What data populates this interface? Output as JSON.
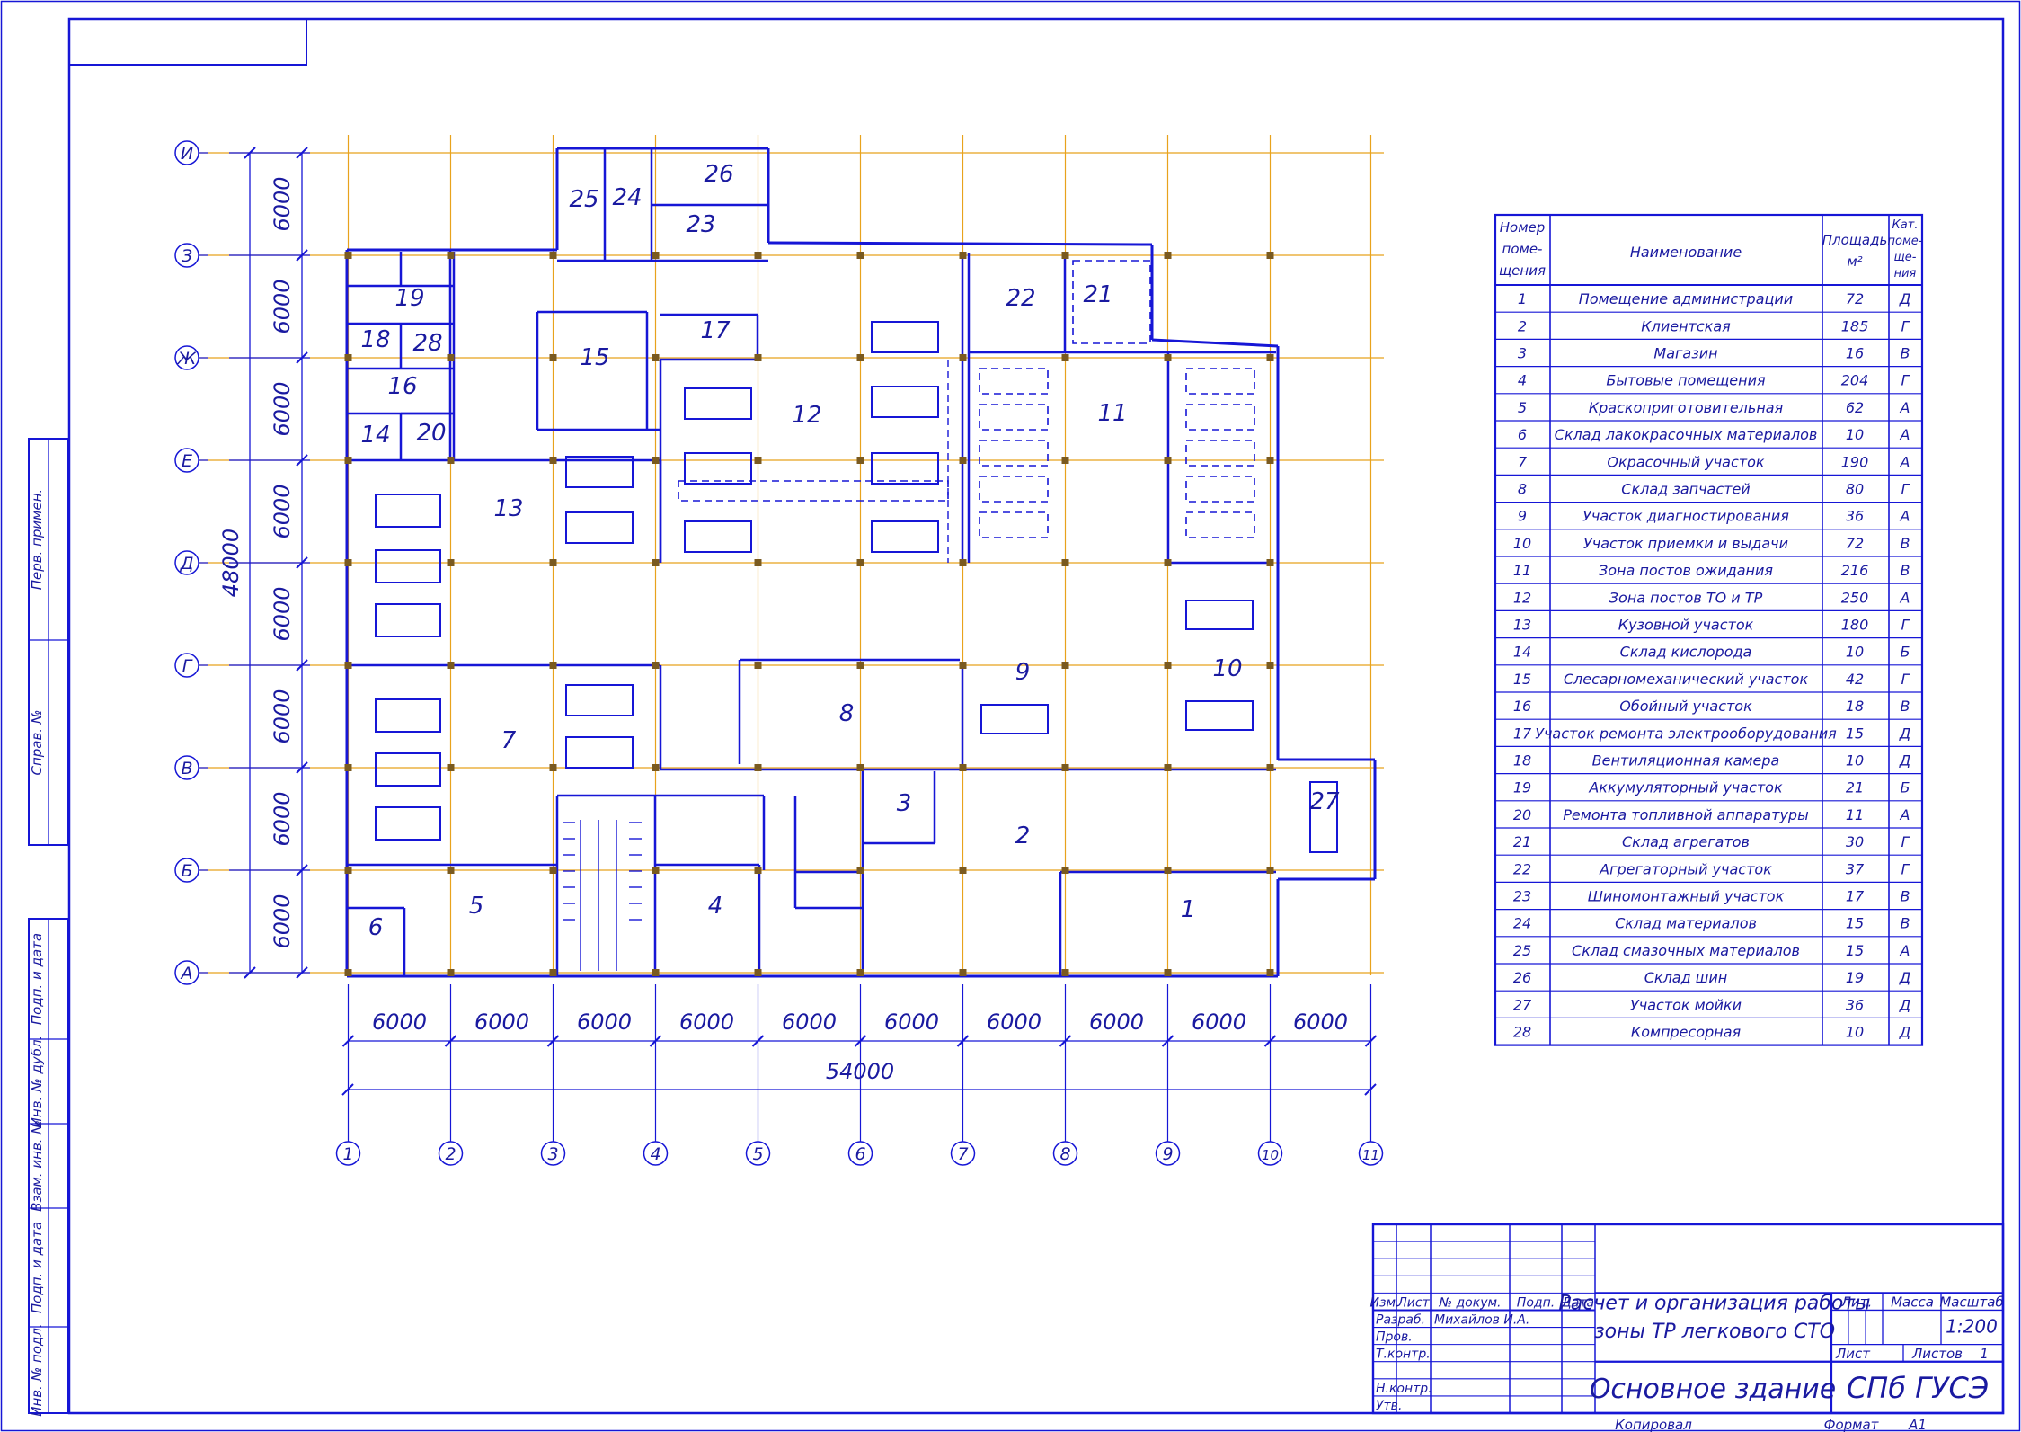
{
  "colors": {
    "line": "#1616d6",
    "thin": "#2a2ad8",
    "text": "#1a1aa0",
    "grid": "#e8a21c",
    "column": "#7a5a20"
  },
  "grid": {
    "letter_axes": [
      "А",
      "Б",
      "В",
      "Г",
      "Д",
      "Е",
      "Ж",
      "З",
      "И"
    ],
    "number_axes": [
      "1",
      "2",
      "3",
      "4",
      "5",
      "6",
      "7",
      "8",
      "9",
      "10",
      "11"
    ],
    "vertical_spacing_labels": [
      "6000",
      "6000",
      "6000",
      "6000",
      "6000",
      "6000",
      "6000",
      "6000"
    ],
    "vertical_total": "48000",
    "horizontal_spacing_labels": [
      "6000",
      "6000",
      "6000",
      "6000",
      "6000",
      "6000",
      "6000",
      "6000",
      "6000",
      "6000"
    ],
    "horizontal_total": "54000"
  },
  "side_stamp": {
    "top_block": [
      "Перв. примен.",
      "Справ. №"
    ],
    "bottom_block": [
      "Подп. и дата",
      "Инв. № дубл.",
      "Взам. инв. №",
      "Подп. и дата",
      "Инв. № подл."
    ]
  },
  "room_table": {
    "headers": {
      "number": "Номер поме- щения",
      "name": "Наименование",
      "area": "Площадь м²",
      "category": "Кат. поме- ще- ния"
    },
    "rows": [
      {
        "n": "1",
        "name": "Помещение администрации",
        "area": "72",
        "cat": "Д"
      },
      {
        "n": "2",
        "name": "Клиентская",
        "area": "185",
        "cat": "Г"
      },
      {
        "n": "3",
        "name": "Магазин",
        "area": "16",
        "cat": "В"
      },
      {
        "n": "4",
        "name": "Бытовые помещения",
        "area": "204",
        "cat": "Г"
      },
      {
        "n": "5",
        "name": "Краскоприготовительная",
        "area": "62",
        "cat": "А"
      },
      {
        "n": "6",
        "name": "Склад лакокрасочных материалов",
        "area": "10",
        "cat": "А"
      },
      {
        "n": "7",
        "name": "Окрасочный участок",
        "area": "190",
        "cat": "А"
      },
      {
        "n": "8",
        "name": "Склад запчастей",
        "area": "80",
        "cat": "Г"
      },
      {
        "n": "9",
        "name": "Участок диагностирования",
        "area": "36",
        "cat": "А"
      },
      {
        "n": "10",
        "name": "Участок приемки и выдачи",
        "area": "72",
        "cat": "В"
      },
      {
        "n": "11",
        "name": "Зона постов ожидания",
        "area": "216",
        "cat": "В"
      },
      {
        "n": "12",
        "name": "Зона постов ТО и ТР",
        "area": "250",
        "cat": "А"
      },
      {
        "n": "13",
        "name": "Кузовной участок",
        "area": "180",
        "cat": "Г"
      },
      {
        "n": "14",
        "name": "Склад кислорода",
        "area": "10",
        "cat": "Б"
      },
      {
        "n": "15",
        "name": "Слесарномеханический участок",
        "area": "42",
        "cat": "Г"
      },
      {
        "n": "16",
        "name": "Обойный участок",
        "area": "18",
        "cat": "В"
      },
      {
        "n": "17",
        "name": "Участок ремонта электрооборудования",
        "area": "15",
        "cat": "Д"
      },
      {
        "n": "18",
        "name": "Вентиляционная камера",
        "area": "10",
        "cat": "Д"
      },
      {
        "n": "19",
        "name": "Аккумуляторный участок",
        "area": "21",
        "cat": "Б"
      },
      {
        "n": "20",
        "name": "Ремонта топливной аппаратуры",
        "area": "11",
        "cat": "А"
      },
      {
        "n": "21",
        "name": "Склад агрегатов",
        "area": "30",
        "cat": "Г"
      },
      {
        "n": "22",
        "name": "Агрегаторный участок",
        "area": "37",
        "cat": "Г"
      },
      {
        "n": "23",
        "name": "Шиномонтажный участок",
        "area": "17",
        "cat": "В"
      },
      {
        "n": "24",
        "name": "Склад материалов",
        "area": "15",
        "cat": "В"
      },
      {
        "n": "25",
        "name": "Склад смазочных материалов",
        "area": "15",
        "cat": "А"
      },
      {
        "n": "26",
        "name": "Склад шин",
        "area": "19",
        "cat": "Д"
      },
      {
        "n": "27",
        "name": "Участок мойки",
        "area": "36",
        "cat": "Д"
      },
      {
        "n": "28",
        "name": "Компресорная",
        "area": "10",
        "cat": "Д"
      }
    ]
  },
  "title_block": {
    "col_labels": [
      "Изм.",
      "Лист",
      "№ докум.",
      "Подп.",
      "Дата"
    ],
    "role_rows": [
      {
        "role": "Разраб.",
        "name": "Михайлов И.А."
      },
      {
        "role": "Пров.",
        "name": ""
      },
      {
        "role": "Т.контр.",
        "name": ""
      },
      {
        "role": "",
        "name": ""
      },
      {
        "role": "Н.контр.",
        "name": ""
      },
      {
        "role": "Утв.",
        "name": ""
      }
    ],
    "document_title": [
      "Расчет и организация работы",
      "зоны ТР легкового СТО"
    ],
    "sheet_title": "Основное здание",
    "organization": "СПб ГУСЭ",
    "lit_label": "Лит.",
    "mass_label": "Масса",
    "scale_label": "Масштаб",
    "scale_value": "1:200",
    "sheet_label": "Лист",
    "sheets_label": "Листов",
    "sheets_value": "1",
    "copied_label": "Копировал",
    "format_label": "Формат",
    "format_value": "A1"
  },
  "plan_rooms": [
    {
      "id": "1",
      "label": "1"
    },
    {
      "id": "2",
      "label": "2"
    },
    {
      "id": "3",
      "label": "3"
    },
    {
      "id": "4",
      "label": "4"
    },
    {
      "id": "5",
      "label": "5"
    },
    {
      "id": "6",
      "label": "6"
    },
    {
      "id": "7",
      "label": "7"
    },
    {
      "id": "8",
      "label": "8"
    },
    {
      "id": "9",
      "label": "9"
    },
    {
      "id": "10",
      "label": "10"
    },
    {
      "id": "11",
      "label": "11"
    },
    {
      "id": "12",
      "label": "12"
    },
    {
      "id": "13",
      "label": "13"
    },
    {
      "id": "14",
      "label": "14"
    },
    {
      "id": "15",
      "label": "15"
    },
    {
      "id": "16",
      "label": "16"
    },
    {
      "id": "17",
      "label": "17"
    },
    {
      "id": "18",
      "label": "18"
    },
    {
      "id": "19",
      "label": "19"
    },
    {
      "id": "20",
      "label": "20"
    },
    {
      "id": "21",
      "label": "21"
    },
    {
      "id": "22",
      "label": "22"
    },
    {
      "id": "23",
      "label": "23"
    },
    {
      "id": "24",
      "label": "24"
    },
    {
      "id": "25",
      "label": "25"
    },
    {
      "id": "26",
      "label": "26"
    },
    {
      "id": "27",
      "label": "27"
    },
    {
      "id": "28",
      "label": "28"
    }
  ]
}
